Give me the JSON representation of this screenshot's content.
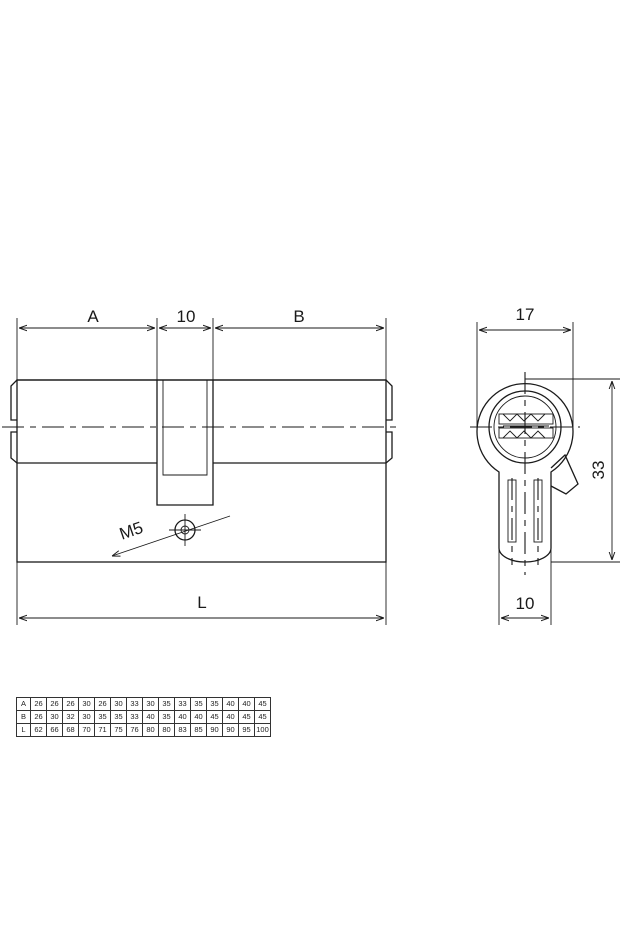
{
  "labels": {
    "a": "A",
    "gap": "10",
    "b": "B",
    "l": "L",
    "thread": "M5",
    "width": "17",
    "height": "33",
    "bottom_width": "10"
  },
  "table": {
    "rows": [
      {
        "head": "A",
        "values": [
          "26",
          "26",
          "26",
          "30",
          "26",
          "30",
          "33",
          "30",
          "35",
          "33",
          "35",
          "35",
          "40",
          "40",
          "45"
        ]
      },
      {
        "head": "B",
        "values": [
          "26",
          "30",
          "32",
          "30",
          "35",
          "35",
          "33",
          "40",
          "35",
          "40",
          "40",
          "45",
          "40",
          "45",
          "45"
        ]
      },
      {
        "head": "L",
        "values": [
          "62",
          "66",
          "68",
          "70",
          "71",
          "75",
          "76",
          "80",
          "80",
          "83",
          "85",
          "90",
          "90",
          "95",
          "100"
        ]
      }
    ]
  }
}
